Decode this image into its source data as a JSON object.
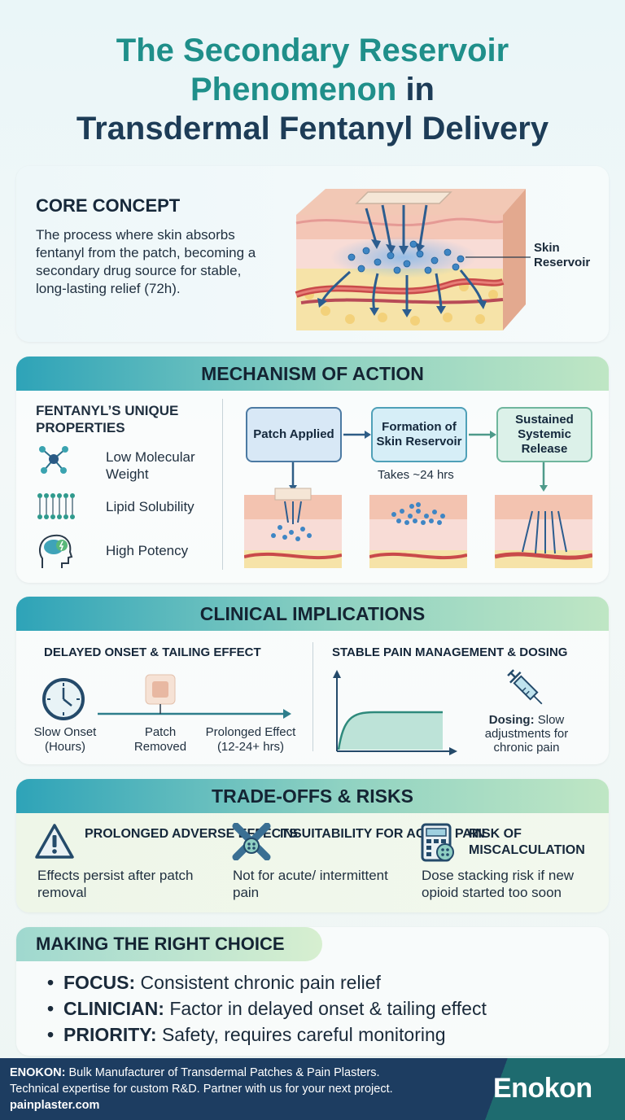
{
  "title": {
    "line1": "The Secondary Reservoir",
    "line2a": "Phenomenon",
    "line2b": " in",
    "line3": "Transdermal Fentanyl Delivery"
  },
  "core": {
    "heading": "CORE CONCEPT",
    "text": "The process where skin absorbs fentanyl from the patch, becoming a secondary drug source for stable, long-lasting relief (72h).",
    "reservoir_label_1": "Skin",
    "reservoir_label_2": "Reservoir"
  },
  "mechanism": {
    "heading": "MECHANISM OF ACTION",
    "properties_heading": "FENTANYL’S UNIQUE PROPERTIES",
    "properties": [
      {
        "label": "Low Molecular Weight",
        "icon": "molecule-icon"
      },
      {
        "label": "Lipid Solubility",
        "icon": "lipid-bilayer-icon"
      },
      {
        "label": "High Potency",
        "icon": "brain-icon"
      }
    ],
    "steps": [
      "Patch Applied",
      "Formation of Skin Reservoir",
      "Sustained Systemic Release"
    ],
    "takes": "Takes ~24 hrs"
  },
  "clinical": {
    "heading": "CLINICAL IMPLICATIONS",
    "left_heading": "DELAYED ONSET & TAILING EFFECT",
    "right_heading": "STABLE PAIN MANAGEMENT & DOSING",
    "slow_onset_1": "Slow Onset",
    "slow_onset_2": "(Hours)",
    "patch_removed_1": "Patch",
    "patch_removed_2": "Removed",
    "prolonged_1": "Prolonged Effect",
    "prolonged_2": "(12-24+ hrs)",
    "dosing_label": "Dosing:",
    "dosing_text": " Slow adjustments for chronic pain"
  },
  "tradeoffs": {
    "heading": "TRADE-OFFS & RISKS",
    "items": [
      {
        "title": "PROLONGED ADVERSE EFFECTS",
        "text": "Effects persist after patch removal",
        "icon": "warning-icon"
      },
      {
        "title": "INSUITABILITY FOR ACUTE PAIN",
        "text": "Not for acute/ intermittent pain",
        "icon": "cross-icon"
      },
      {
        "title": "RISK OF MISCALCULATION",
        "text": "Dose stacking risk if new opioid started too soon",
        "icon": "calculator-icon"
      }
    ]
  },
  "choice": {
    "heading": "MAKING THE RIGHT CHOICE",
    "bullets": [
      {
        "label": "FOCUS:",
        "text": " Consistent chronic pain relief"
      },
      {
        "label": "CLINICIAN:",
        "text": " Factor in delayed onset & tailing effect"
      },
      {
        "label": "PRIORITY:",
        "text": " Safety, requires careful monitoring"
      }
    ]
  },
  "footer": {
    "brand": "ENOKON:",
    "line1": " Bulk Manufacturer of Transdermal Patches & Pain Plasters.",
    "line2": "Technical expertise for custom R&D. Partner with us for your next project.",
    "url": "painplaster.com",
    "logo": "Enokon"
  },
  "colors": {
    "title_teal": "#1f8f8a",
    "title_navy": "#1d3c57",
    "banner_start": "#2ea3b8",
    "banner_end": "#bfe6c4",
    "footer_bg": "#1d3d61",
    "drug_blue": "#3f86c4"
  }
}
